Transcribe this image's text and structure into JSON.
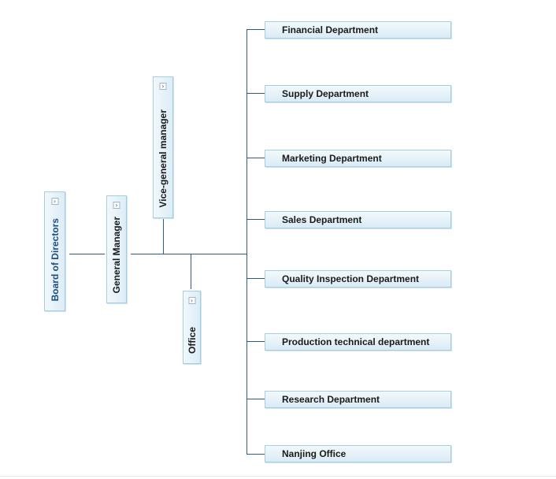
{
  "org_chart": {
    "board": {
      "label": "Board of Directors"
    },
    "general_manager": {
      "label": "General Manager"
    },
    "vice_manager": {
      "label": "Vice-general manager"
    },
    "office": {
      "label": "Office"
    },
    "expand_glyph": "›",
    "departments": [
      {
        "label": "Financial Department"
      },
      {
        "label": "Supply Department"
      },
      {
        "label": "Marketing Department"
      },
      {
        "label": "Sales Department"
      },
      {
        "label": "Quality Inspection Department"
      },
      {
        "label": "Production technical department"
      },
      {
        "label": "Research Department"
      },
      {
        "label": "Nanjing Office"
      }
    ]
  },
  "colors": {
    "connector": "#2f5d8a",
    "box_border": "#a9cde0",
    "box_fill": "#dcecf6",
    "primary_label": "#1d4e7c"
  }
}
